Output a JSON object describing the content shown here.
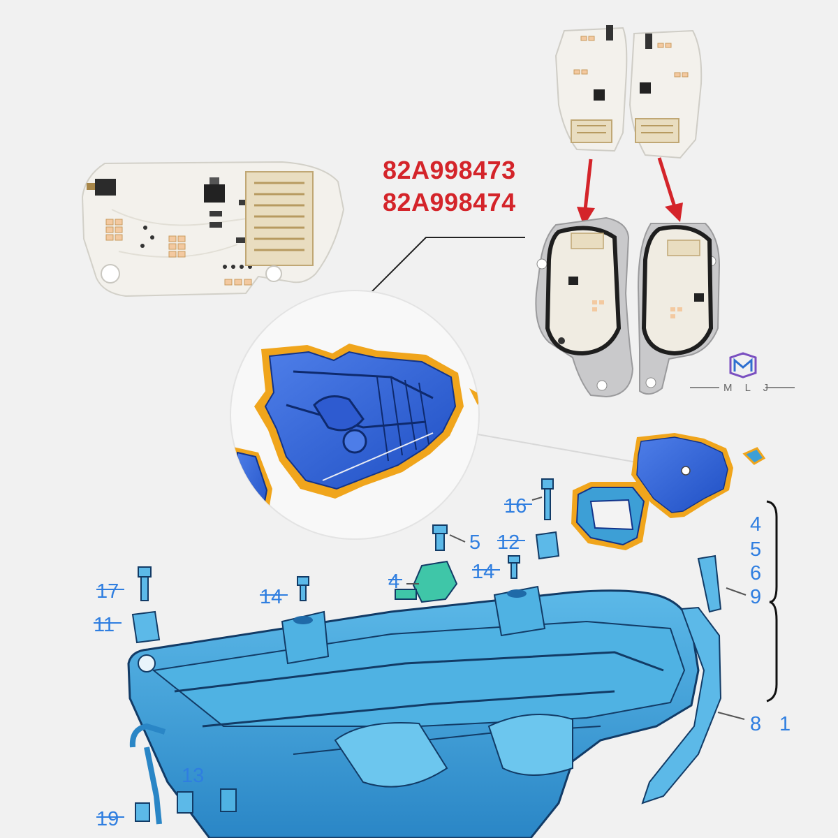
{
  "part_numbers": [
    "82A998473",
    "82A998474"
  ],
  "brand": {
    "name": "MLJ",
    "letters": "M L J"
  },
  "callouts": [
    "16",
    "5",
    "12",
    "14",
    "4",
    "17",
    "14",
    "11",
    "4",
    "5",
    "6",
    "9",
    "8",
    "1",
    "13",
    "19"
  ],
  "colors": {
    "accent_red": "#d4242a",
    "callout_blue": "#2f7ee0",
    "part_blue": "#3d9fd6",
    "highlight_orange": "#f0a51c",
    "pcb_white": "#f3f1ec"
  }
}
